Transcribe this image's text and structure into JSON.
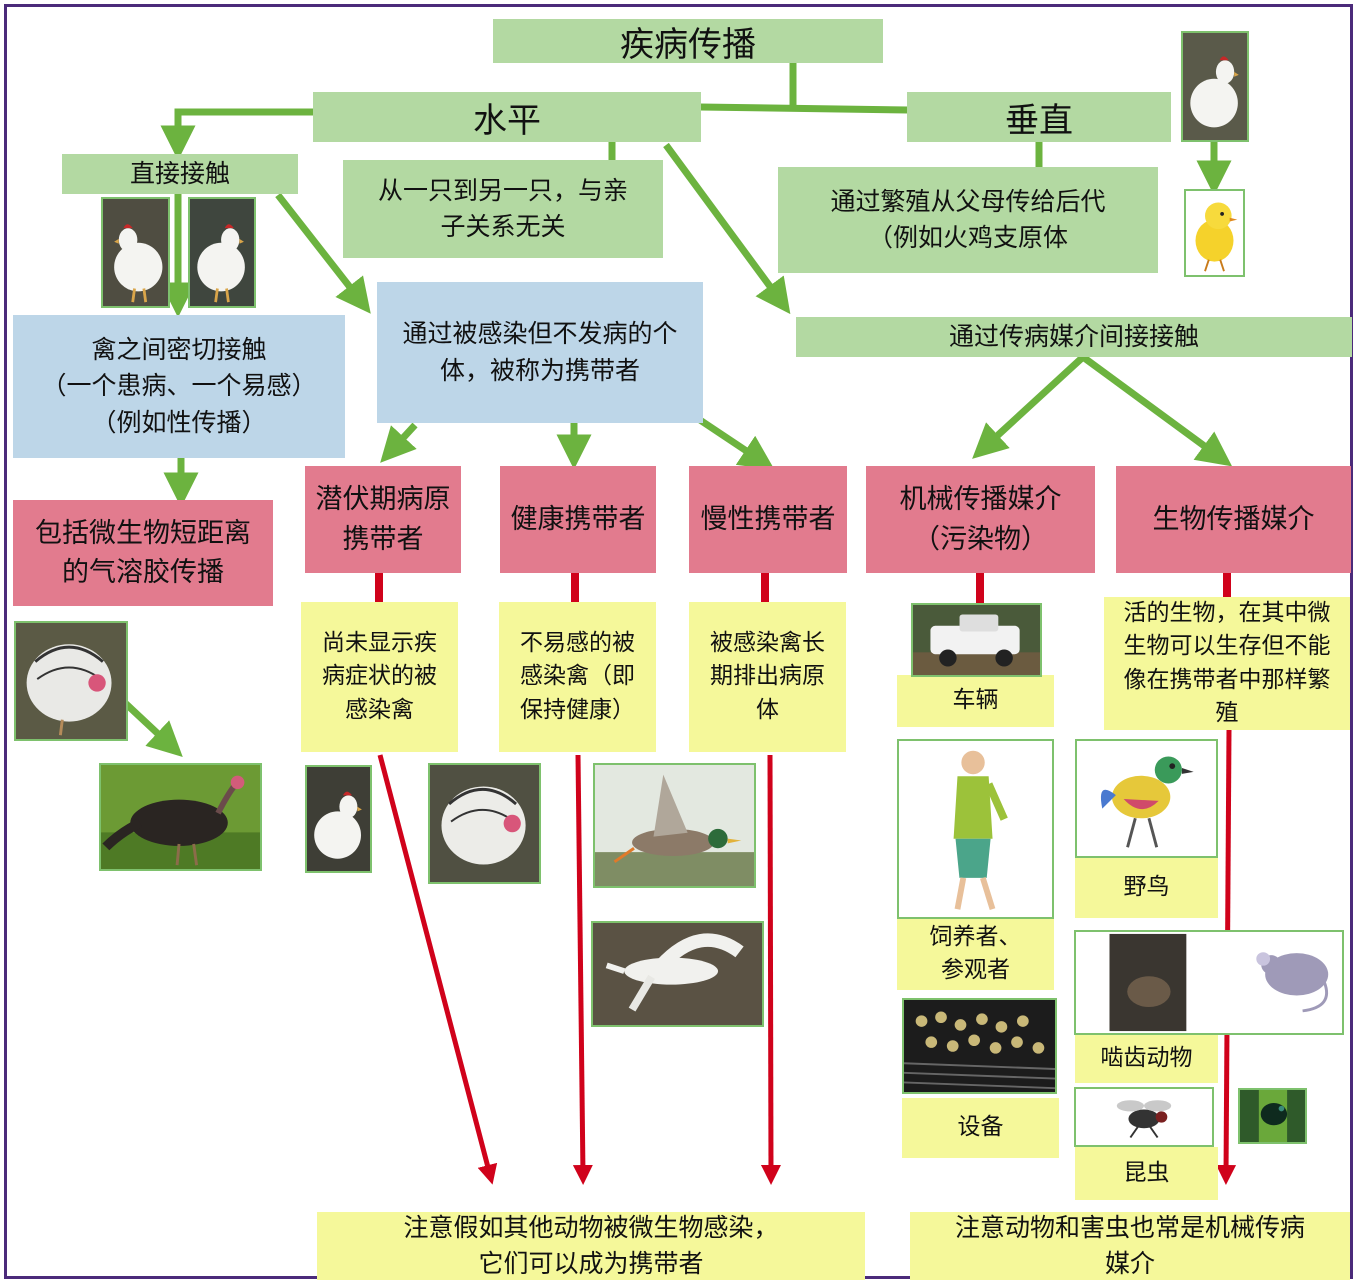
{
  "title": "疾病传播",
  "horizontal": "水平",
  "vertical": "垂直",
  "horizontal_desc": "从一只到另一只，与亲\n子关系无关",
  "vertical_desc": "通过繁殖从父母传给后代\n（例如火鸡支原体",
  "direct_contact": "直接接触",
  "close_contact": "禽之间密切接触\n（一个患病、一个易感）\n（例如性传播）",
  "aerosol": "包括微生物短距离\n的气溶胶传播",
  "carrier": "通过被感染但不发病的个\n体，被称为携带者",
  "indirect": "通过传病媒介间接接触",
  "carriers": [
    {
      "label": "潜伏期病原\n携带者",
      "desc": "尚未显示疾\n病症状的被\n感染禽"
    },
    {
      "label": "健康携带者",
      "desc": "不易感的被\n感染禽（即\n保持健康）"
    },
    {
      "label": "慢性携带者",
      "desc": "被感染禽长\n期排出病原\n体"
    }
  ],
  "mechanical": "机械传播媒介\n（污染物）",
  "biological": "生物传播媒介",
  "biological_desc": "活的生物，在其中微\n生物可以生存但不能\n像在携带者中那样繁\n殖",
  "mech_items": [
    "车辆",
    "饲养者、\n参观者",
    "设备"
  ],
  "bio_items": [
    "野鸟",
    "啮齿动物",
    "昆虫"
  ],
  "note_left": "注意假如其他动物被微生物感染，\n它们可以成为携带者",
  "note_right": "注意动物和害虫也常是机械传病\n媒介",
  "colors": {
    "green_box": "#b3d9a2",
    "blue_box": "#bdd6e8",
    "red_box": "#e27b8e",
    "yellow_box": "#f5f89a",
    "green_arrow": "#6cb33f",
    "red_arrow": "#d0021b",
    "frame": "#4b2a7a"
  },
  "icons": [
    "chicken-photo",
    "chick-illustration",
    "turkey-photo",
    "duck-photo",
    "swan-photo",
    "truck-photo",
    "person-illustration",
    "equipment-photo",
    "bird-illustration",
    "rat-photo",
    "mouse-illustration",
    "fly-photo",
    "beetle-photo"
  ]
}
